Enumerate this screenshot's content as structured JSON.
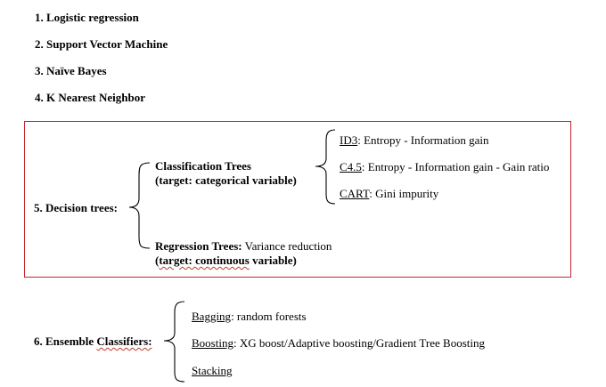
{
  "list": {
    "item1": "1. Logistic regression",
    "item2": "2. Support Vector Machine",
    "item3": "3. Naïve Bayes",
    "item4": "4. K Nearest Neighbor"
  },
  "decision_trees": {
    "label": "5. Decision trees:",
    "classification": {
      "title": "Classification Trees",
      "target": "(target: categorical variable)",
      "methods": [
        {
          "name": "ID3",
          "desc": ": Entropy - Information gain"
        },
        {
          "name": "C4.5",
          "desc": ": Entropy - Information gain - Gain ratio"
        },
        {
          "name": "CART",
          "desc": ": Gini impurity"
        }
      ]
    },
    "regression": {
      "title": "Regression Trees:",
      "desc": " Variance reduction",
      "target_a": "(",
      "target_b": "target: continuous",
      "target_c": " variable)"
    }
  },
  "ensemble": {
    "label_a": "6. Ensemble ",
    "label_b": "Classifiers:",
    "items": [
      {
        "name": "Bagging",
        "desc": ": random forests"
      },
      {
        "name": "Boosting",
        "desc": ": XG boost/Adaptive boosting/Gradient Tree Boosting"
      },
      {
        "name": "Stacking",
        "desc": ""
      }
    ]
  },
  "colors": {
    "box_border": "#c7252f",
    "spellcheck": "#c0392b"
  }
}
